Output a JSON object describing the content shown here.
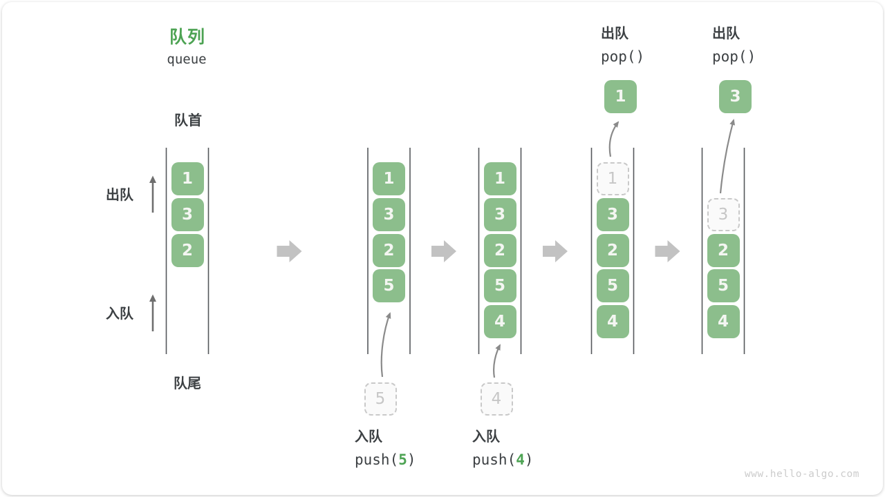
{
  "title": {
    "zh": "队列",
    "en": "queue"
  },
  "labels": {
    "front": "队首",
    "rear": "队尾",
    "dequeue": "出队",
    "enqueue": "入队"
  },
  "operations": {
    "push": [
      {
        "label": "入队",
        "code_prefix": "push(",
        "arg": "5",
        "code_suffix": ")"
      },
      {
        "label": "入队",
        "code_prefix": "push(",
        "arg": "4",
        "code_suffix": ")"
      }
    ],
    "pop": [
      {
        "label": "出队",
        "code": "pop()"
      },
      {
        "label": "出队",
        "code": "pop()"
      }
    ]
  },
  "states": [
    {
      "cells": [
        {
          "value": "1",
          "slot": 0,
          "type": "solid"
        },
        {
          "value": "3",
          "slot": 1,
          "type": "solid"
        },
        {
          "value": "2",
          "slot": 2,
          "type": "solid"
        }
      ]
    },
    {
      "cells": [
        {
          "value": "1",
          "slot": 0,
          "type": "solid"
        },
        {
          "value": "3",
          "slot": 1,
          "type": "solid"
        },
        {
          "value": "2",
          "slot": 2,
          "type": "solid"
        },
        {
          "value": "5",
          "slot": 3,
          "type": "solid"
        }
      ],
      "incoming": "5"
    },
    {
      "cells": [
        {
          "value": "1",
          "slot": 0,
          "type": "solid"
        },
        {
          "value": "3",
          "slot": 1,
          "type": "solid"
        },
        {
          "value": "2",
          "slot": 2,
          "type": "solid"
        },
        {
          "value": "5",
          "slot": 3,
          "type": "solid"
        },
        {
          "value": "4",
          "slot": 4,
          "type": "solid"
        }
      ],
      "incoming": "4"
    },
    {
      "cells": [
        {
          "value": "1",
          "slot": 0,
          "type": "dashed"
        },
        {
          "value": "3",
          "slot": 1,
          "type": "solid"
        },
        {
          "value": "2",
          "slot": 2,
          "type": "solid"
        },
        {
          "value": "5",
          "slot": 3,
          "type": "solid"
        },
        {
          "value": "4",
          "slot": 4,
          "type": "solid"
        }
      ],
      "outgoing": "1"
    },
    {
      "cells": [
        {
          "value": "3",
          "slot": 1,
          "type": "dashed"
        },
        {
          "value": "2",
          "slot": 2,
          "type": "solid"
        },
        {
          "value": "5",
          "slot": 3,
          "type": "solid"
        },
        {
          "value": "4",
          "slot": 4,
          "type": "solid"
        }
      ],
      "outgoing": "3"
    }
  ],
  "watermark": "www.hello-algo.com",
  "colors": {
    "box_green": "#8CBE8C",
    "accent_green": "#4DA353",
    "text_dark": "#3C4043",
    "channel_line": "#55585B",
    "curve_arrow": "#8A8A8A",
    "block_arrow": "#C2C2C2",
    "dashed_gray": "#C9C9C9",
    "watermark_gray": "#CCCCCC"
  }
}
